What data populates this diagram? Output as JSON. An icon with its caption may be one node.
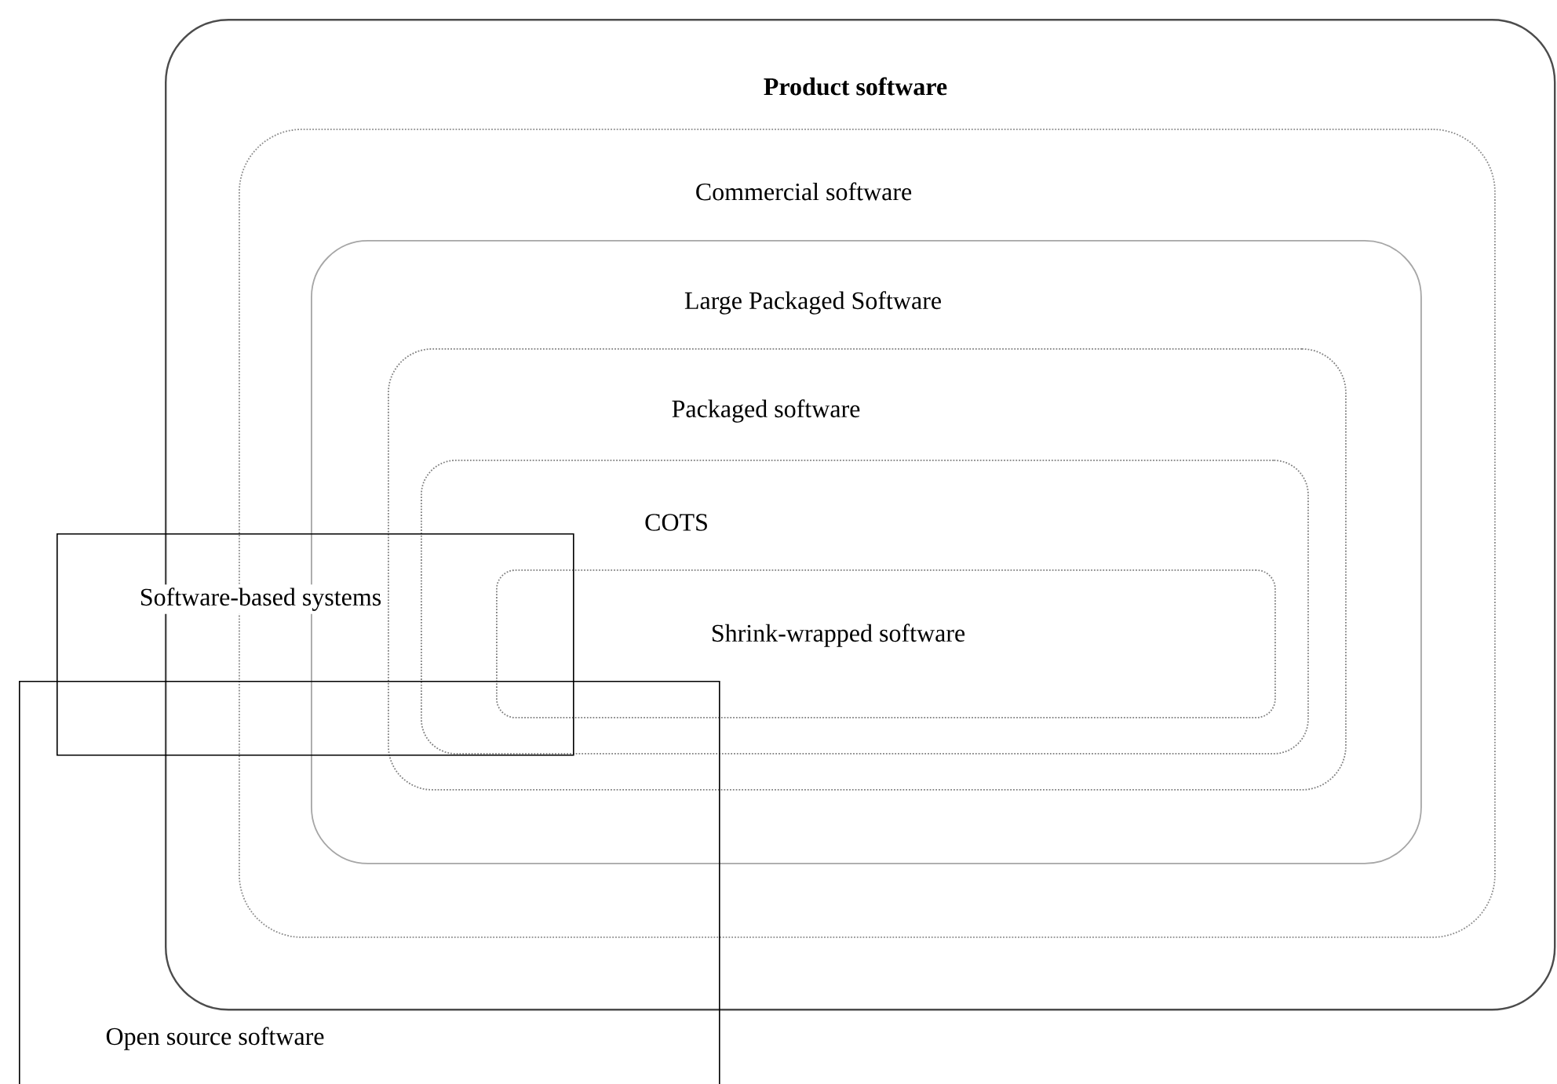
{
  "diagram": {
    "nodes": [
      {
        "text": [
          "Product software"
        ]
      },
      {
        "text": [
          "Commercial software"
        ],
        "in": 0
      },
      {
        "text": [
          "Large Packaged Software"
        ],
        "in": 1
      },
      {
        "text": [
          "Packaged  software"
        ],
        "in": 2
      },
      {
        "text": [
          "COTS"
        ],
        "in": 3
      },
      {
        "text": [
          "Shrink-wrapped software"
        ],
        "in": 4
      },
      {
        "text": [
          "Software-based systems"
        ]
      },
      {
        "text": [
          "Open source software"
        ]
      }
    ]
  }
}
